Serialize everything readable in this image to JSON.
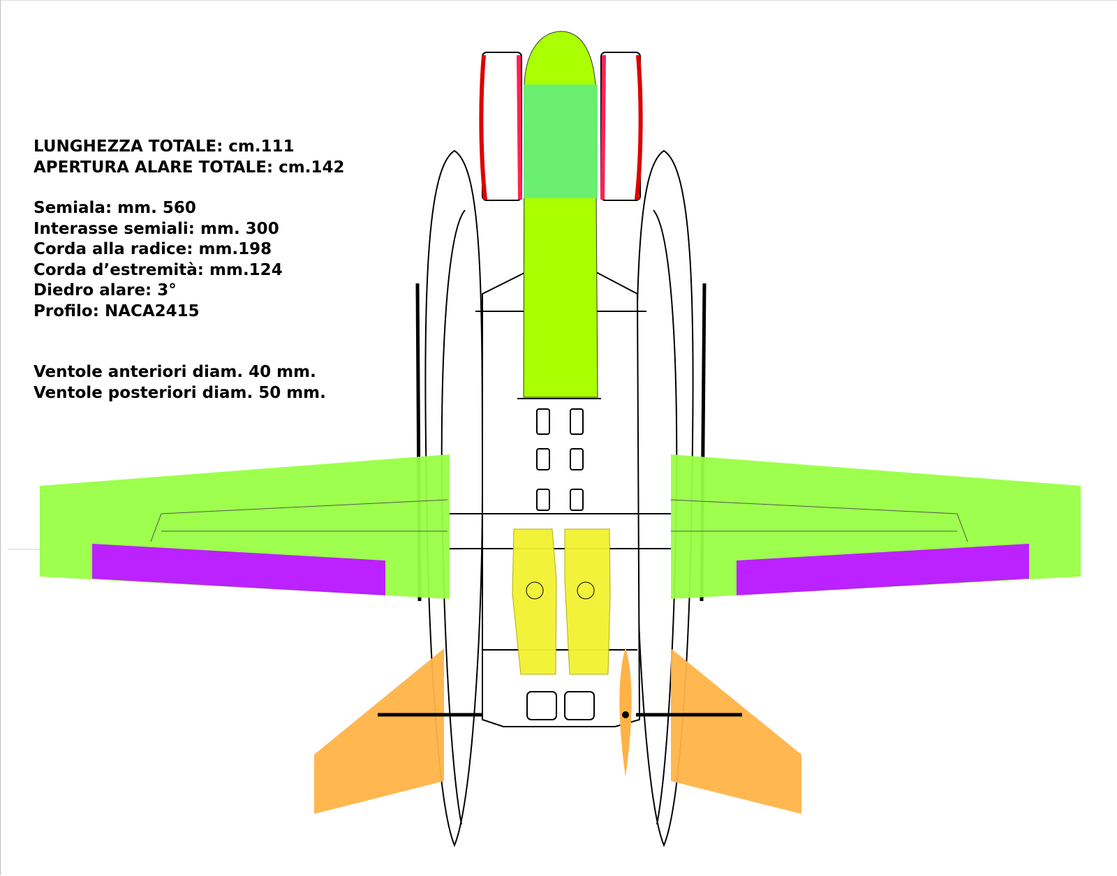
{
  "specs": {
    "overall": [
      "LUNGHEZZA TOTALE:  cm.111",
      "APERTURA ALARE TOTALE:  cm.142"
    ],
    "wing": [
      "Semiala: mm. 560",
      "Interasse semiali: mm. 300",
      "Corda alla radice: mm.198",
      "Corda d’estremità: mm.124",
      "Diedro alare: 3°",
      "Profilo: NACA2415"
    ],
    "fans": [
      "Ventole anteriori diam. 40 mm.",
      "Ventole posteriori diam. 50 mm."
    ]
  },
  "colors": {
    "nose": "#aaff00",
    "nose_window": "#66ee77",
    "canard": "#dd0000",
    "wing": "#99ff44",
    "flap": "#bb22ff",
    "fan": "#f2f230",
    "tail": "#ffb347"
  }
}
